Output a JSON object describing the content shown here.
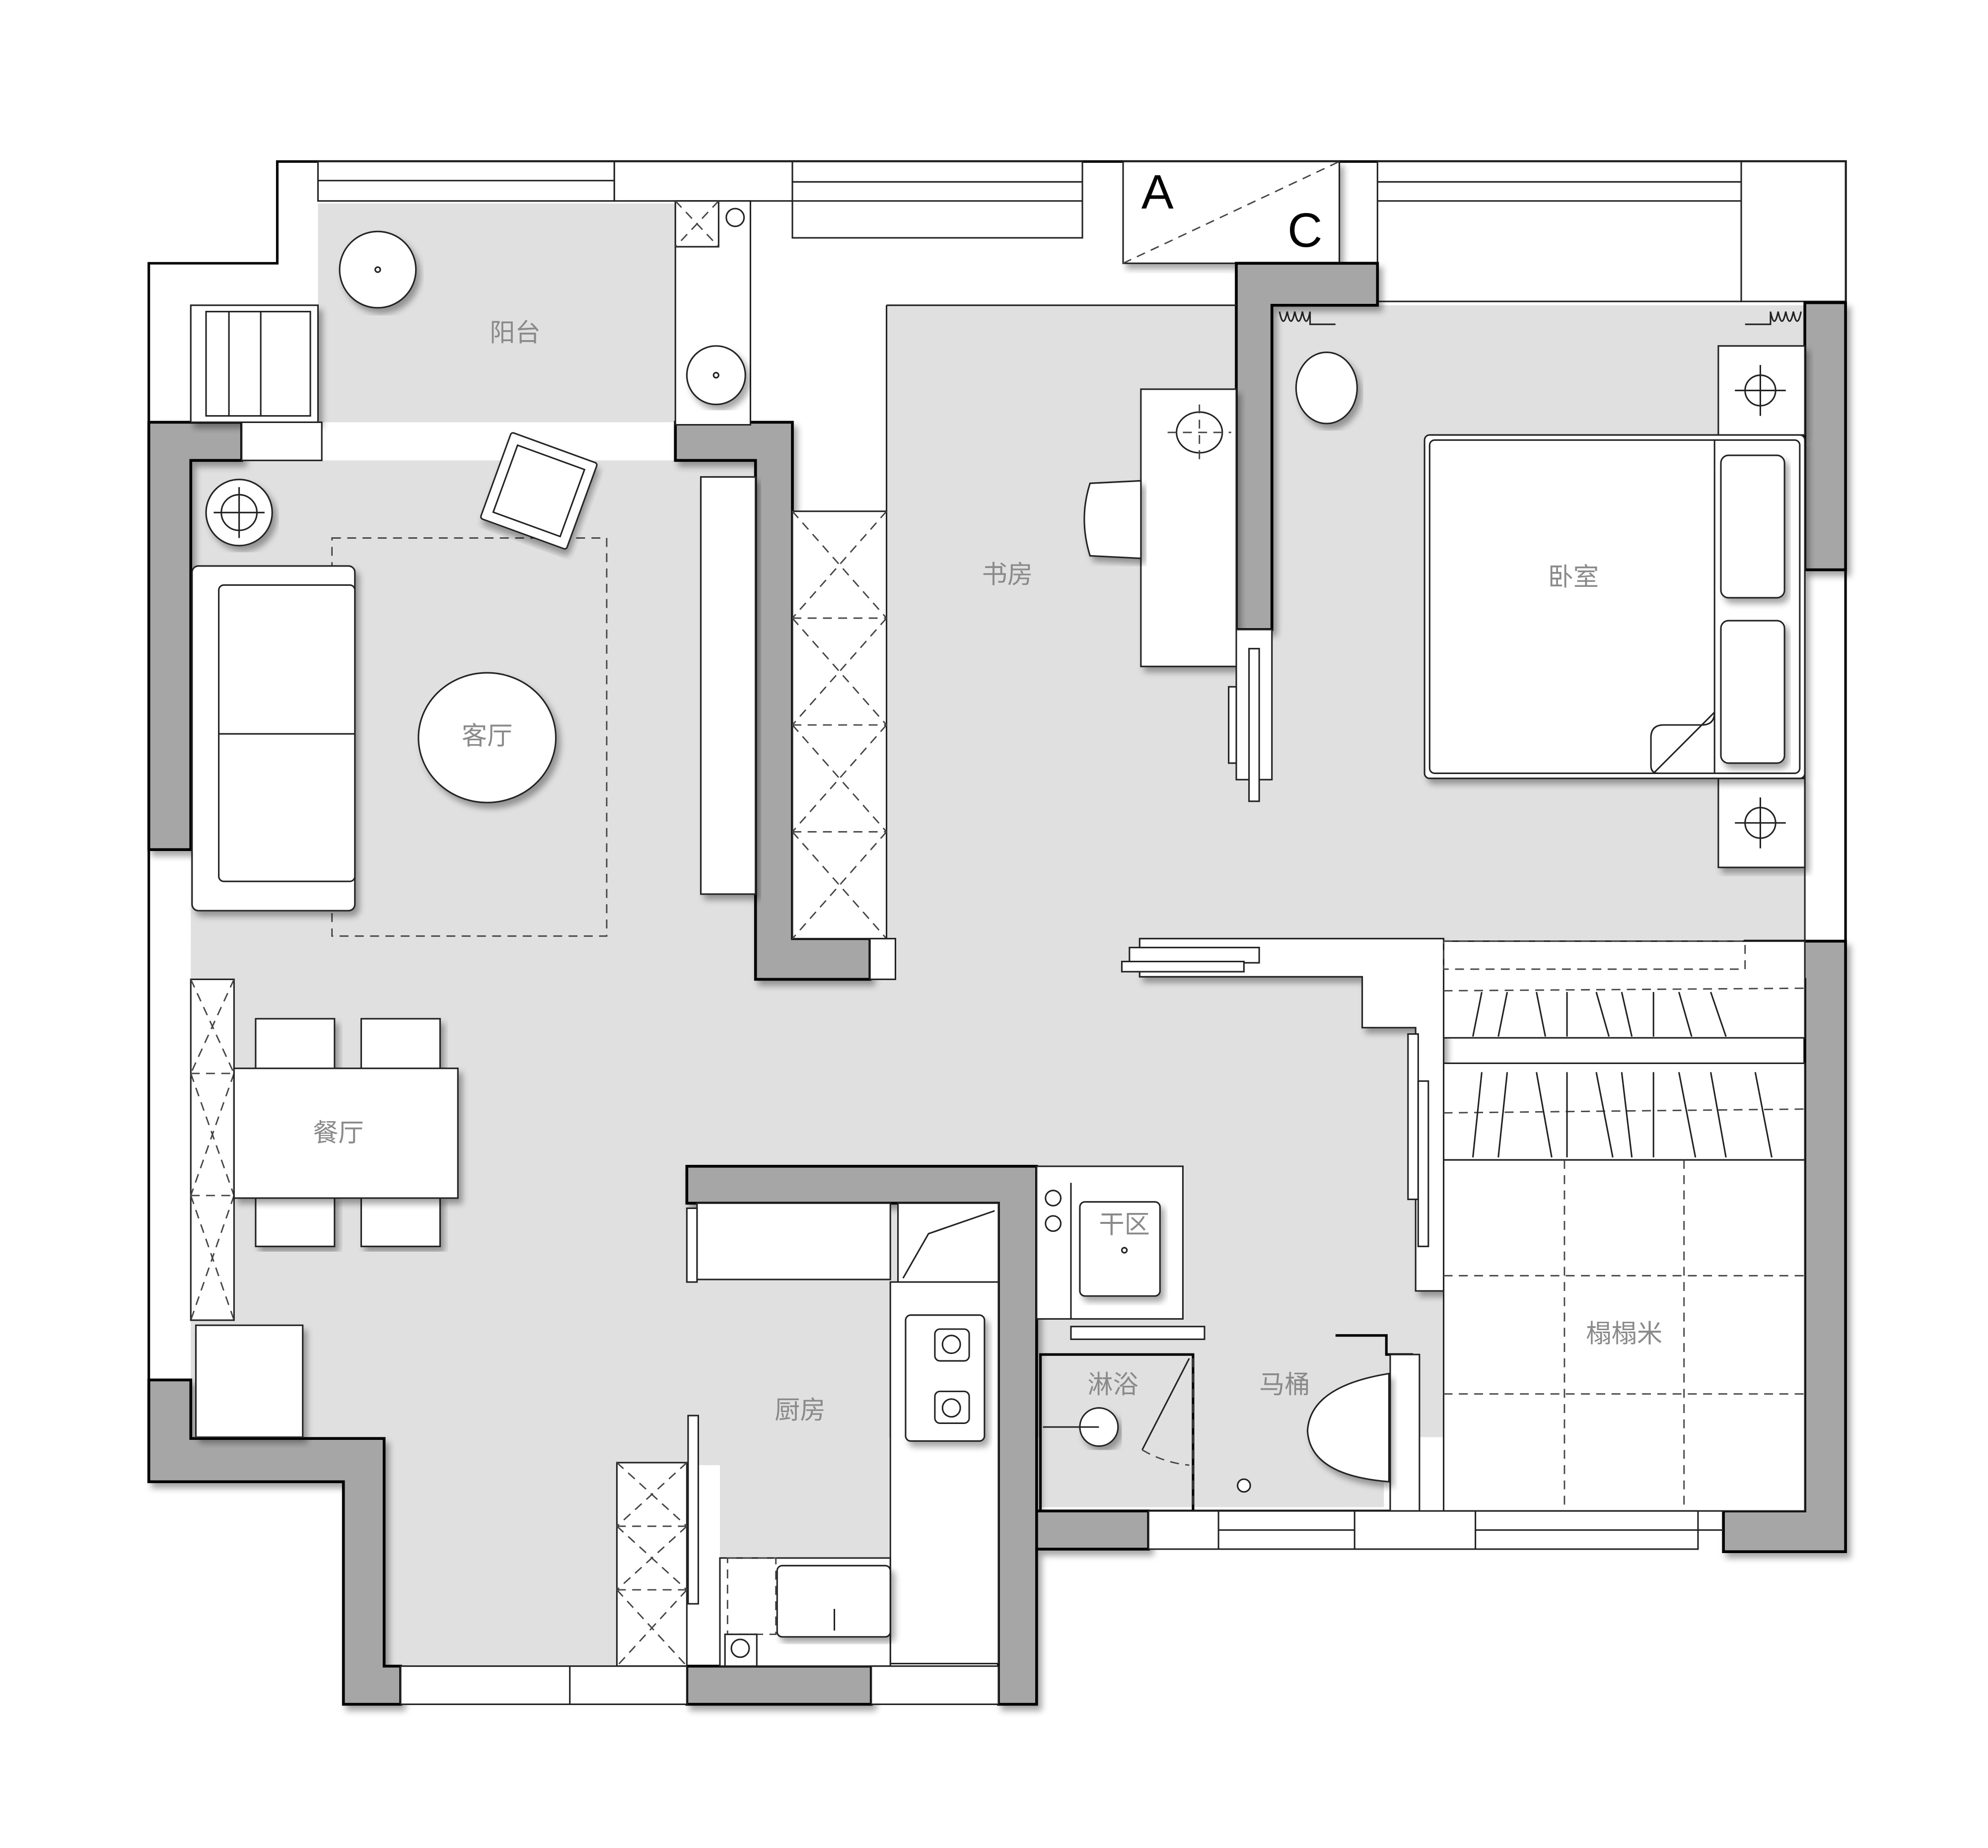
{
  "plan": {
    "type": "floor plan",
    "background": "#ffffff",
    "floor_color": "#e0e0e0",
    "wall_color": "#a6a6a6",
    "label_color": "#8a8a8a"
  },
  "rooms": {
    "balcony": "阳台",
    "living_room": "客厅",
    "dining_room": "餐厅",
    "study": "书房",
    "bedroom": "卧室",
    "kitchen": "厨房",
    "dry_area": "干区",
    "shower": "淋浴",
    "toilet": "马桶",
    "tatami": "榻榻米"
  },
  "markers": {
    "a": "A",
    "c": "C"
  },
  "icons": [
    "sofa-icon",
    "armchair-icon",
    "round-table-icon",
    "side-table-icon",
    "plant-icon",
    "washing-machine-icon",
    "laundry-sink-icon",
    "dining-table-icon",
    "chair-icon",
    "desk-icon",
    "office-chair-icon",
    "lamp-icon",
    "bed-icon",
    "nightstand-icon",
    "wardrobe-icon",
    "stove-icon",
    "sink-icon",
    "toilet-icon",
    "shower-icon",
    "washbasin-icon",
    "radiator-icon",
    "sliding-door-icon",
    "window-icon",
    "cabinet-icon"
  ]
}
